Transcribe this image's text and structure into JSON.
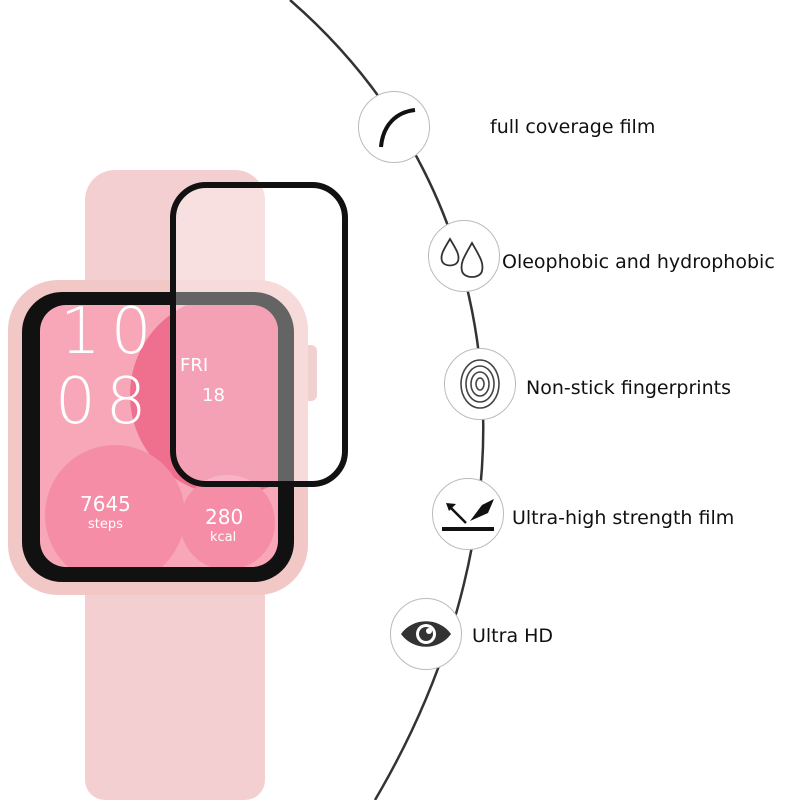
{
  "features": [
    {
      "icon": "curve-icon",
      "label": "full coverage film"
    },
    {
      "icon": "water-drops-icon",
      "label": "Oleophobic and hydrophobic"
    },
    {
      "icon": "fingerprint-icon",
      "label": "Non-stick fingerprints"
    },
    {
      "icon": "impact-arrow-icon",
      "label": "Ultra-high strength film"
    },
    {
      "icon": "eye-icon",
      "label": "Ultra HD"
    }
  ],
  "watch": {
    "hour": "10",
    "minute": "08",
    "day": "FRI",
    "date": "18",
    "steps_value": "7645",
    "steps_label": "steps",
    "kcal_value": "280",
    "kcal_label": "kcal"
  },
  "colors": {
    "band": "#f4cfd2",
    "screen": "#f7a7b8",
    "accent": "#ef6f8e"
  }
}
